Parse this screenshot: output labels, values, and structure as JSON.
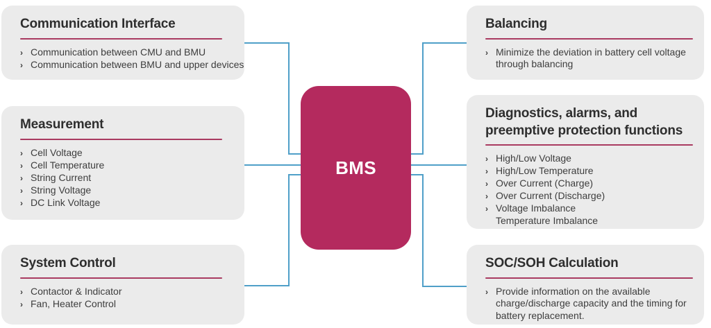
{
  "diagram": {
    "center": {
      "label": "BMS"
    },
    "left_boxes": [
      {
        "title": "Communication Interface",
        "items": [
          {
            "chev": "›",
            "label": "Communication between CMU and BMU"
          },
          {
            "chev": "›",
            "label": "Communication between BMU and upper devices"
          }
        ]
      },
      {
        "title": "Measurement",
        "items": [
          {
            "chev": "›",
            "label": "Cell Voltage"
          },
          {
            "chev": "›",
            "label": "Cell Temperature"
          },
          {
            "chev": "›",
            "label": "String Current"
          },
          {
            "chev": "›",
            "label": "String Voltage"
          },
          {
            "chev": "›",
            "label": "DC Link Voltage"
          }
        ]
      },
      {
        "title": "System Control",
        "items": [
          {
            "chev": "›",
            "label": "Contactor & Indicator"
          },
          {
            "chev": "›",
            "label": "Fan, Heater Control"
          }
        ]
      }
    ],
    "right_boxes": [
      {
        "title": "Balancing",
        "items": [
          {
            "chev": "›",
            "label": "Minimize the deviation in battery cell voltage through balancing"
          }
        ]
      },
      {
        "title": "Diagnostics, alarms, and preemptive protection functions",
        "items": [
          {
            "chev": "›",
            "label": "High/Low Voltage"
          },
          {
            "chev": "›",
            "label": "High/Low Temperature"
          },
          {
            "chev": "›",
            "label": "Over Current (Charge)"
          },
          {
            "chev": "›",
            "label": "Over Current (Discharge)"
          },
          {
            "chev": "›",
            "label": "Voltage Imbalance"
          },
          {
            "chev": "",
            "label": "Temperature Imbalance"
          }
        ]
      },
      {
        "title": "SOC/SOH Calculation",
        "items": [
          {
            "chev": "›",
            "label": "Provide information on the available charge/discharge capacity and the timing for battery replacement."
          }
        ]
      }
    ]
  },
  "colors": {
    "accent": "#b42a5e",
    "underline": "#a93a60",
    "connector": "#4f9fc8",
    "box_bg": "#ebebeb",
    "title_text": "#2e2e2e",
    "item_text": "#3d3d3d",
    "center_text": "#ffffff",
    "page_bg": "#ffffff"
  }
}
